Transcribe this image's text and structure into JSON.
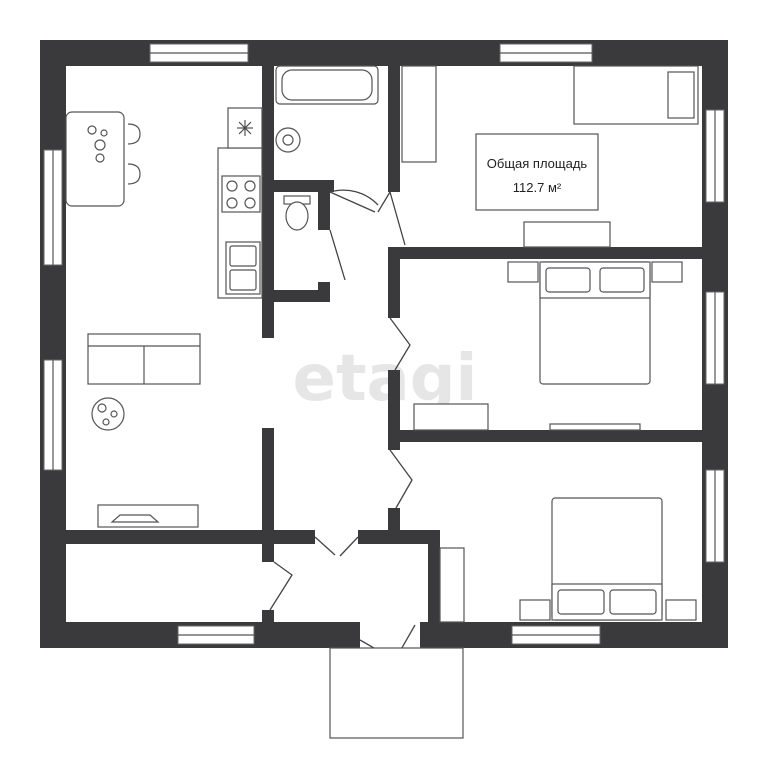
{
  "area_box": {
    "label": "Общая площадь",
    "value": "112.7 м²"
  },
  "watermark": "etagi",
  "colors": {
    "wall": "#3a3a3c",
    "background": "#ffffff",
    "line": "#555555"
  },
  "icons": [
    "snowflake-icon",
    "sink-icon",
    "toilet-icon",
    "stove-icon",
    "flower-icon"
  ]
}
